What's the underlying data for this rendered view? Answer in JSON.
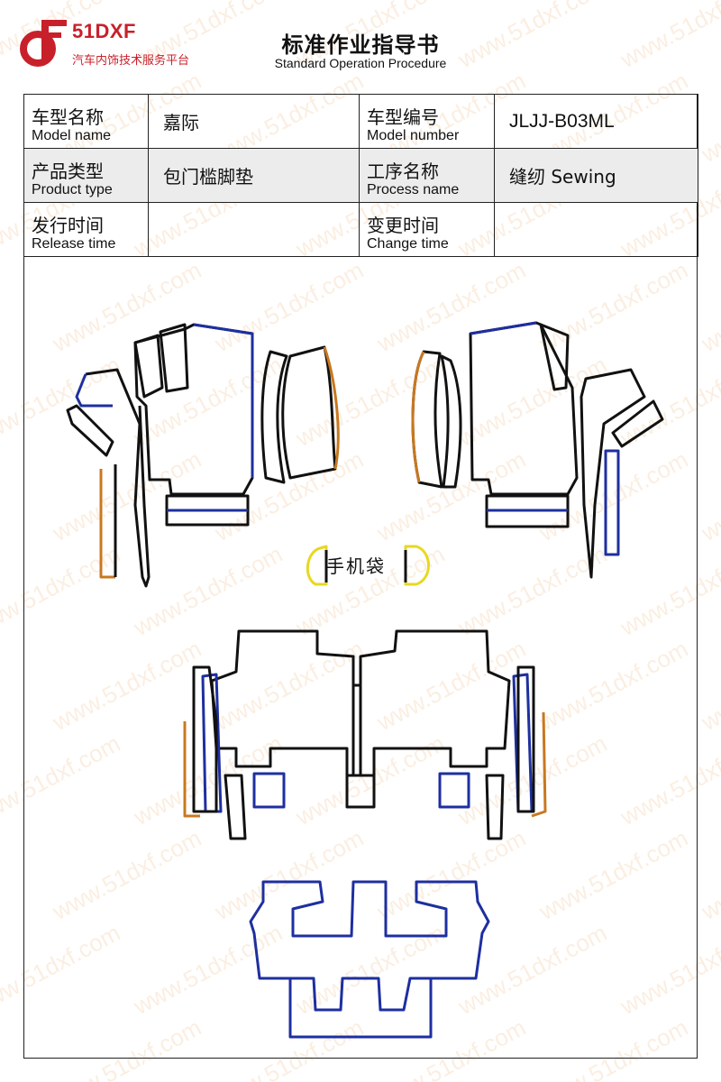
{
  "brand": {
    "name": "51DXF",
    "tagline": "汽车内饰技术服务平台",
    "color": "#c8202a"
  },
  "header": {
    "title": "标准作业指导书",
    "subtitle": "Standard Operation Procedure"
  },
  "info": {
    "model_name_zh": "车型名称",
    "model_name_en": "Model name",
    "model_name_value": "嘉际",
    "model_number_zh": "车型编号",
    "model_number_en": "Model number",
    "model_number_value": "JLJJ-B03ML",
    "product_type_zh": "产品类型",
    "product_type_en": "Product type",
    "product_type_value": "包门槛脚垫",
    "process_name_zh": "工序名称",
    "process_name_en": "Process name",
    "process_name_value": "缝纫 Sewing",
    "release_time_zh": "发行时间",
    "release_time_en": "Release time",
    "release_time_value": "",
    "change_time_zh": "变更时间",
    "change_time_en": "Change time",
    "change_time_value": ""
  },
  "drawing": {
    "pocket_label": "手机袋",
    "outline_color": "#1e2fa0",
    "edge_color": "#c87820",
    "pocket_color": "#e8d820"
  },
  "watermark": {
    "text": "www.51dxf.com"
  }
}
